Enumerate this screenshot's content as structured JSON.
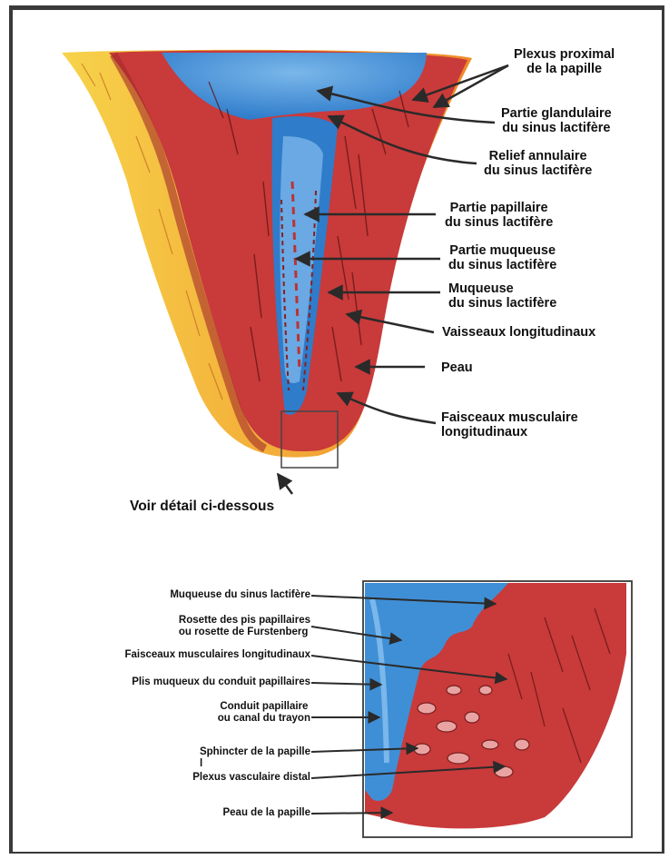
{
  "upper": {
    "labels": [
      {
        "id": "plexus-proximal",
        "text": "Plexus proximal\nde la papille"
      },
      {
        "id": "partie-glandulaire",
        "text": "Partie glandulaire\ndu sinus lactifère"
      },
      {
        "id": "relief-annulaire",
        "text": "Relief annulaire\ndu sinus lactifère"
      },
      {
        "id": "partie-papillaire",
        "text": "Partie papillaire\ndu sinus lactifère"
      },
      {
        "id": "partie-muqueuse",
        "text": "Partie muqueuse\ndu sinus lactifère"
      },
      {
        "id": "muqueuse",
        "text": "Muqueuse\ndu sinus lactifère"
      },
      {
        "id": "vaisseaux",
        "text": "Vaisseaux longitudinaux"
      },
      {
        "id": "peau",
        "text": "Peau"
      },
      {
        "id": "faisceaux",
        "text": "Faisceaux musculaire\nlongitudinaux"
      }
    ],
    "detail_note": "Voir détail ci-dessous"
  },
  "lower": {
    "labels": [
      {
        "id": "muqueuse-sinus",
        "text": "Muqueuse du sinus lactifère"
      },
      {
        "id": "rosette",
        "text": "Rosette des pis papillaires\nou rosette de Furstenberg"
      },
      {
        "id": "faisceaux-musc",
        "text": "Faisceaux musculaires longitudinaux"
      },
      {
        "id": "plis-muqueux",
        "text": "Plis muqueux du conduit papillaires"
      },
      {
        "id": "conduit",
        "text": "Conduit papillaire\nou canal du trayon"
      },
      {
        "id": "sphincter",
        "text": "Sphincter de la papille\nl"
      },
      {
        "id": "plexus-distal",
        "text": "Plexus vasculaire distal"
      },
      {
        "id": "peau-papille",
        "text": "Peau de la papille"
      }
    ]
  },
  "colors": {
    "milk_blue": "#3f8fd6",
    "tissue_red": "#c93a3a",
    "dark_red": "#a32a2a",
    "skin_orange": "#f3a33a",
    "skin_yellow": "#f7d34a",
    "arrow": "#2a2a2a"
  }
}
